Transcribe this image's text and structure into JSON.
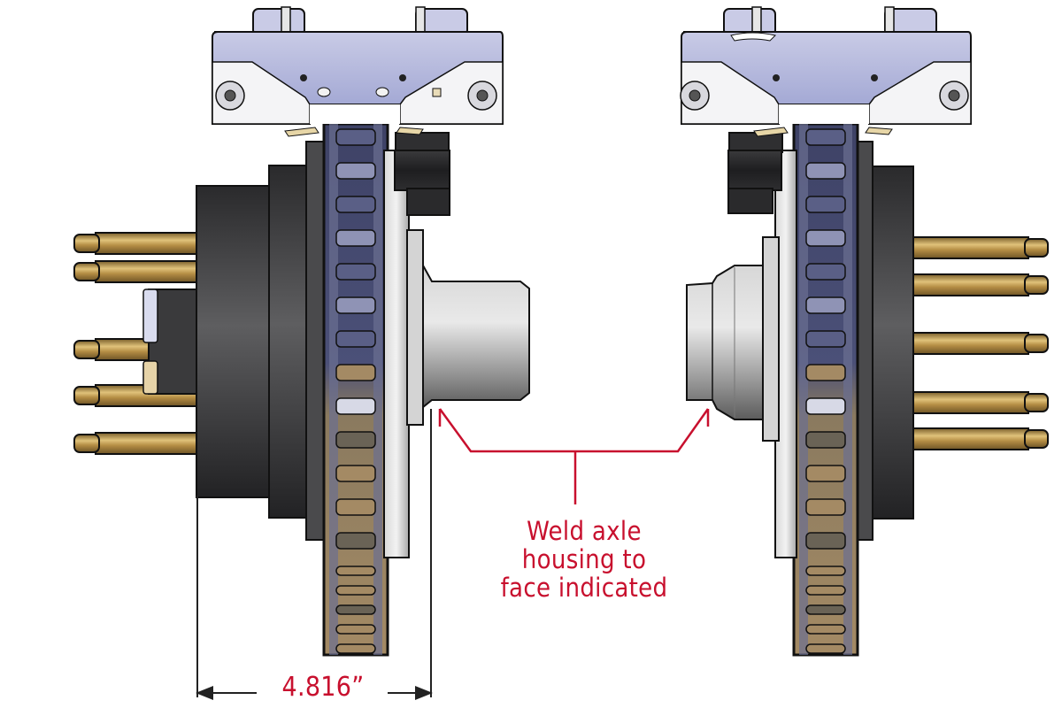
{
  "figure": {
    "title": "Brake hub assembly – axle housing weld face",
    "assemblies": [
      {
        "side": "left",
        "stud_count": 5,
        "rotor": "vented rotor",
        "caliper": "caliper"
      },
      {
        "side": "right",
        "stud_count": 5,
        "rotor": "vented rotor",
        "caliper": "caliper"
      }
    ]
  },
  "annotations": {
    "weld_note_lines": [
      "Weld axle",
      "housing to",
      "face indicated"
    ],
    "dimension": {
      "value": "4.816”",
      "unit": "inches"
    }
  },
  "colors": {
    "annotation_red": "#c8102e",
    "stud_brass": "#b58f45",
    "hub_dark": "#3b3b3d",
    "caliper_blue": "#a6aad6",
    "rotor_vane_blue": "#5a5f86",
    "rotor_vane_tan": "#a48a64",
    "axle_grey": "#bdbdbd"
  }
}
